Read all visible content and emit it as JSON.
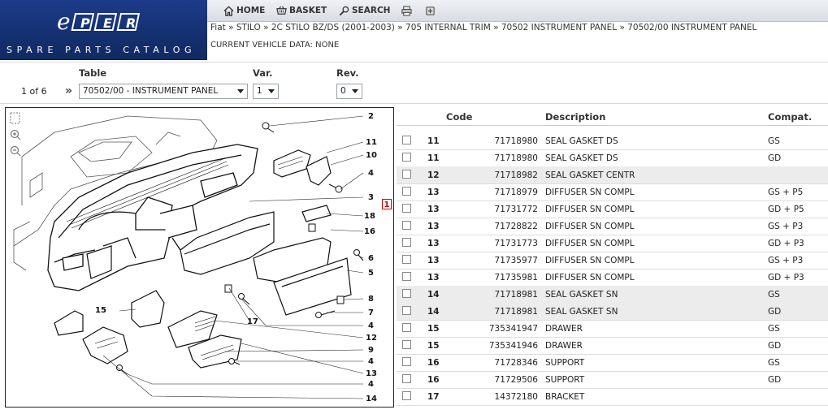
{
  "app": {
    "logo_text": "ePER",
    "tagline": "SPARE PARTS CATALOG"
  },
  "toolbar": {
    "home_label": "HOME",
    "basket_label": "BASKET",
    "search_label": "SEARCH",
    "print_icon": "printer-icon",
    "settings_icon": "tool-icon"
  },
  "breadcrumb": "Fiat » STILO » 2C STILO BZ/DS (2001-2003) » 705 INTERNAL TRIM » 70502 INSTRUMENT PANEL » 70502/00 INSTRUMENT PANEL",
  "vehicle_data": "CURRENT VEHICLE DATA: NONE",
  "selectors": {
    "page_indicator": "1 of 6",
    "table_label": "Table",
    "table_value": "70502/00 - INSTRUMENT PANEL",
    "var_label": "Var.",
    "var_value": "1",
    "rev_label": "Rev.",
    "rev_value": "0",
    "next_icon": "double-chevron-right-icon"
  },
  "drawing": {
    "tools": [
      "fit-icon",
      "zoom-in-icon",
      "zoom-out-icon"
    ],
    "callouts": [
      "2",
      "11",
      "10",
      "4",
      "3",
      "18",
      "16",
      "6",
      "5",
      "8",
      "7",
      "4",
      "12",
      "9",
      "4",
      "13",
      "4",
      "14",
      "15",
      "17"
    ],
    "marker": "1"
  },
  "parts_table": {
    "headers": {
      "code": "Code",
      "description": "Description",
      "compat": "Compat."
    },
    "rows": [
      {
        "pos": "11",
        "code": "71718980",
        "desc": "SEAL GASKET DS",
        "compat": "GS"
      },
      {
        "pos": "11",
        "code": "71718980",
        "desc": "SEAL GASKET DS",
        "compat": "GD"
      },
      {
        "pos": "12",
        "code": "71718982",
        "desc": "SEAL GASKET CENTR",
        "compat": ""
      },
      {
        "pos": "13",
        "code": "71718979",
        "desc": "DIFFUSER SN COMPL",
        "compat": "GS + P5"
      },
      {
        "pos": "13",
        "code": "71731772",
        "desc": "DIFFUSER SN COMPL",
        "compat": "GD + P5"
      },
      {
        "pos": "13",
        "code": "71728822",
        "desc": "DIFFUSER SN COMPL",
        "compat": "GS + P3"
      },
      {
        "pos": "13",
        "code": "71731773",
        "desc": "DIFFUSER SN COMPL",
        "compat": "GD + P3"
      },
      {
        "pos": "13",
        "code": "71735977",
        "desc": "DIFFUSER SN COMPL",
        "compat": "GS + P3"
      },
      {
        "pos": "13",
        "code": "71735981",
        "desc": "DIFFUSER SN COMPL",
        "compat": "GD + P3"
      },
      {
        "pos": "14",
        "code": "71718981",
        "desc": "SEAL GASKET SN",
        "compat": "GS"
      },
      {
        "pos": "14",
        "code": "71718981",
        "desc": "SEAL GASKET SN",
        "compat": "GD"
      },
      {
        "pos": "15",
        "code": "735341947",
        "desc": "DRAWER",
        "compat": "GS"
      },
      {
        "pos": "15",
        "code": "735341946",
        "desc": "DRAWER",
        "compat": "GD"
      },
      {
        "pos": "16",
        "code": "71728346",
        "desc": "SUPPORT",
        "compat": "GS"
      },
      {
        "pos": "16",
        "code": "71729506",
        "desc": "SUPPORT",
        "compat": "GD"
      },
      {
        "pos": "17",
        "code": "14372180",
        "desc": "BRACKET",
        "compat": ""
      }
    ]
  }
}
